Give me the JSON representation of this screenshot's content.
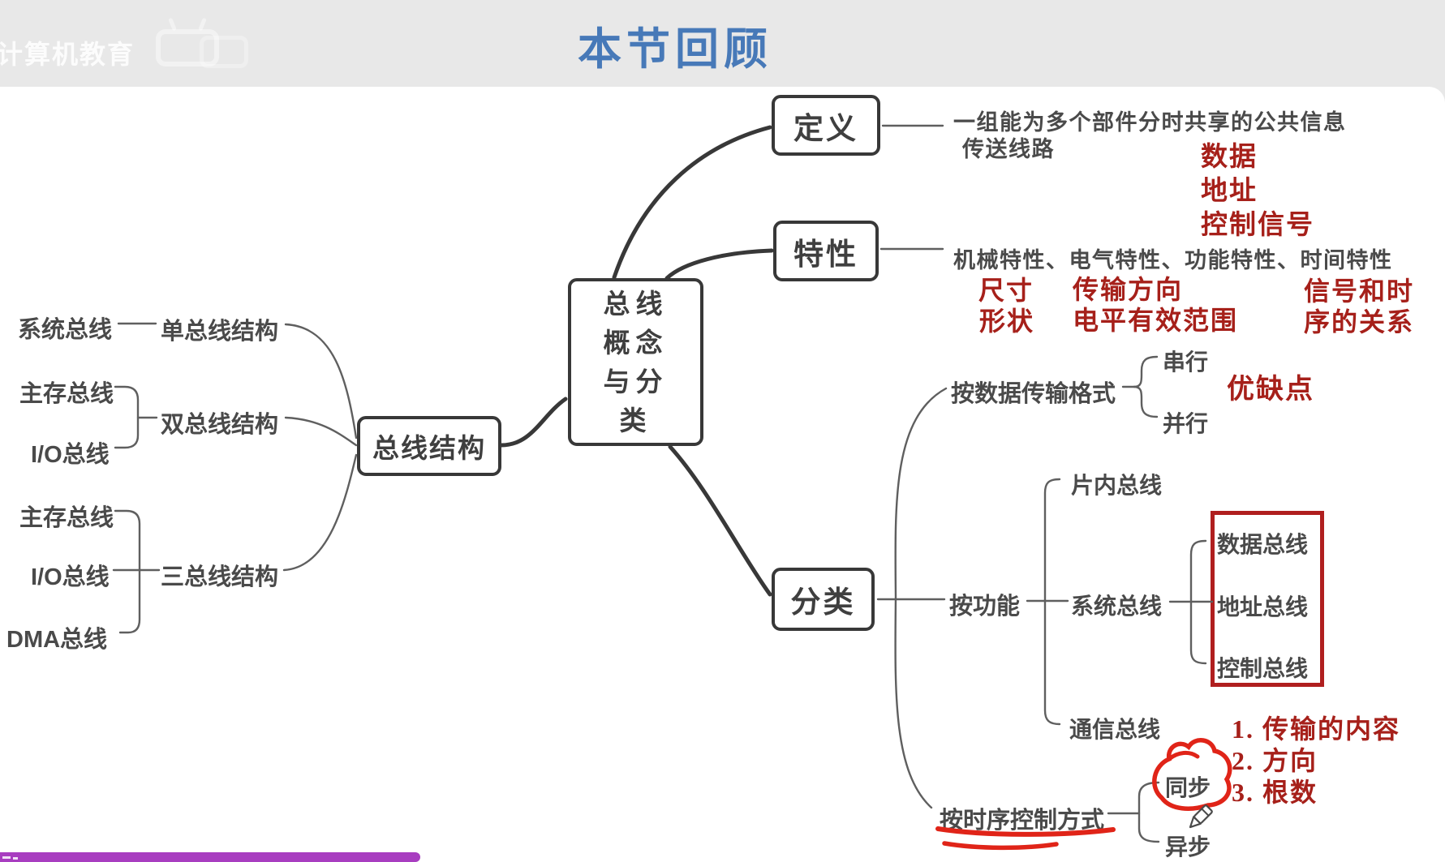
{
  "header": {
    "watermark": "计算机教育",
    "title": "本节回顾"
  },
  "colors": {
    "accent-blue": "#4779b8",
    "text-gray": "#4a4a4a",
    "line-gray": "#5f5f5f",
    "box-dark": "#383838",
    "annotation-red": "#a6201a",
    "marker-red": "#e02418",
    "deep-red": "#b01f1f",
    "band-gray": "#e8e8e8",
    "bar-purple": "#a83dc0"
  },
  "central": {
    "label": "总线概念与分类",
    "lines": [
      "总线",
      "概念",
      "与分",
      "类"
    ]
  },
  "tree": {
    "root": "总线结构",
    "structures": [
      {
        "label": "单总线结构",
        "buses": [
          "系统总线"
        ]
      },
      {
        "label": "双总线结构",
        "buses": [
          "主存总线",
          "I/O总线"
        ]
      },
      {
        "label": "三总线结构",
        "buses": [
          "主存总线",
          "I/O总线",
          "DMA总线"
        ]
      }
    ]
  },
  "definition": {
    "label": "定义",
    "line1": "一组能为多个部件分时共享的公共信息",
    "line2": "传送线路",
    "notes": [
      "数据",
      "地址",
      "控制信号"
    ]
  },
  "characteristics": {
    "label": "特性",
    "text": "机械特性、电气特性、功能特性、时间特性",
    "notes": [
      "尺寸",
      "传输方向",
      "信号和时",
      "形状",
      "电平有效范围",
      "序的关系"
    ]
  },
  "classification": {
    "label": "分类",
    "by_format": {
      "label": "按数据传输格式",
      "children": [
        "串行",
        "并行"
      ],
      "note": "优缺点"
    },
    "by_function": {
      "label": "按功能",
      "children": [
        "片内总线",
        "系统总线",
        "通信总线"
      ],
      "system_children": [
        "数据总线",
        "地址总线",
        "控制总线"
      ],
      "red_list": [
        "1. 传输的内容",
        "2. 方向",
        "3. 根数"
      ]
    },
    "by_timing": {
      "label": "按时序控制方式",
      "children": [
        "同步",
        "异步"
      ]
    }
  }
}
